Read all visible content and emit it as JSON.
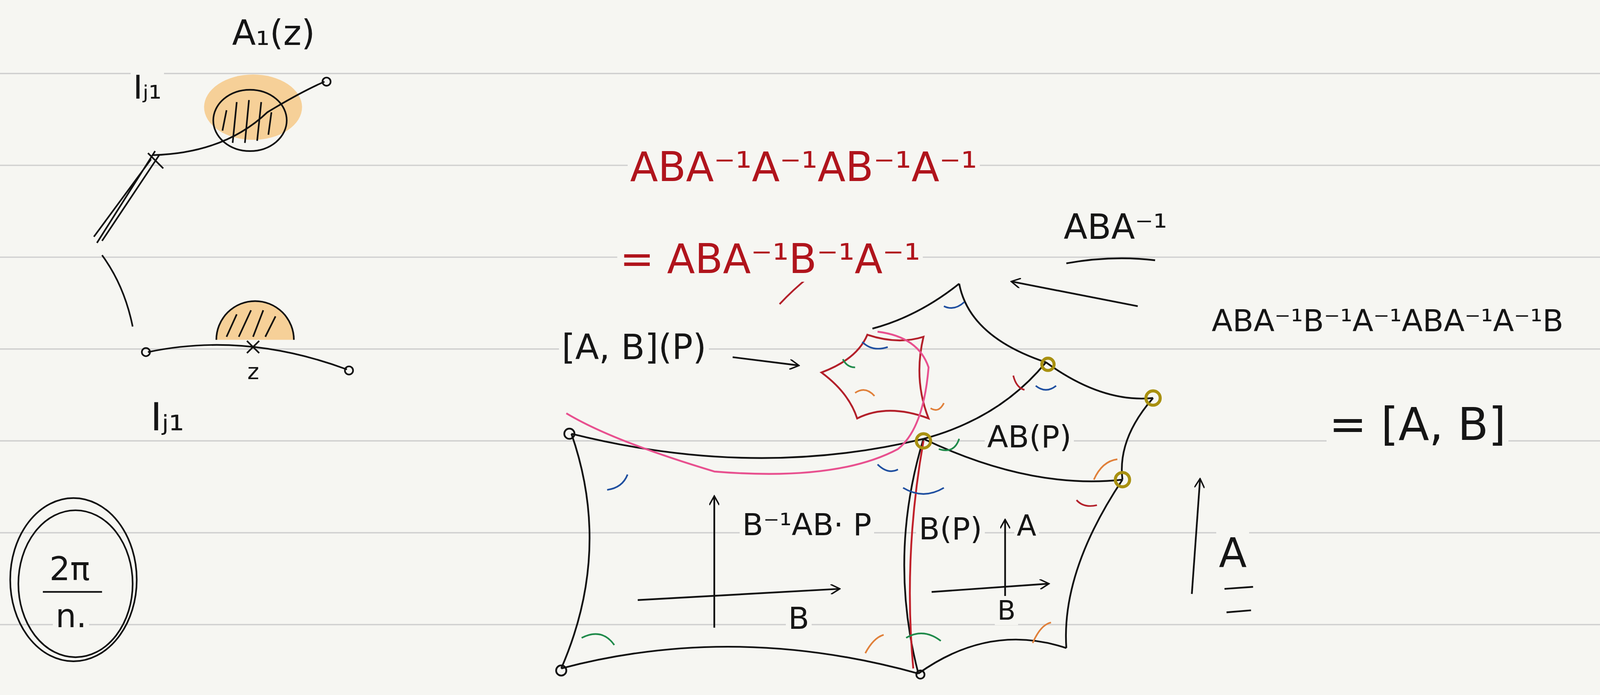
{
  "diagram": {
    "labels": [
      "A₁(z)",
      "Iⱼ₁",
      "z",
      "Iⱼ₁",
      "2π",
      "n.",
      "ABA⁻¹A⁻¹AB⁻¹A⁻¹",
      "= ABA⁻¹B⁻¹A⁻¹",
      "ABA⁻¹",
      "ABA⁻¹B⁻¹A⁻¹ABA⁻¹A⁻¹B",
      "= [A, B]",
      "[A, B](P)",
      "AB(P)",
      "B⁻¹AB· P",
      "B(P)",
      "A",
      "B",
      "B",
      "A"
    ]
  }
}
